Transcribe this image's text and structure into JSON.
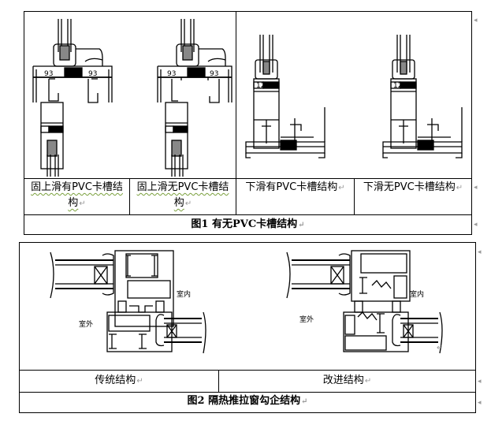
{
  "figure1": {
    "captions": [
      {
        "line1": "固上滑有PVC卡槽结",
        "line2": "构"
      },
      {
        "line1": "固上滑无PVC卡槽结",
        "line2": "构"
      },
      {
        "line1": "下滑有PVC卡槽结构",
        "line2": ""
      },
      {
        "line1": "下滑无PVC卡槽结构",
        "line2": ""
      }
    ],
    "title": "图1  有无PVC卡槽结构",
    "drawings": [
      {
        "name": "fixed-top-slide-with-pvc-slot",
        "profile_label": "93"
      },
      {
        "name": "fixed-top-slide-without-pvc-slot",
        "profile_label": "93"
      },
      {
        "name": "bottom-slide-with-pvc-slot",
        "profile_label": "12"
      },
      {
        "name": "bottom-slide-without-pvc-slot",
        "profile_label": "12"
      }
    ]
  },
  "figure2": {
    "captions": [
      "传统结构",
      "改进结构"
    ],
    "title": "图2  隔热推拉窗勾企结构",
    "labels": {
      "indoor": "室内",
      "outdoor": "室外"
    }
  },
  "paragraph_mark": "↵",
  "margin_marker": "◂"
}
